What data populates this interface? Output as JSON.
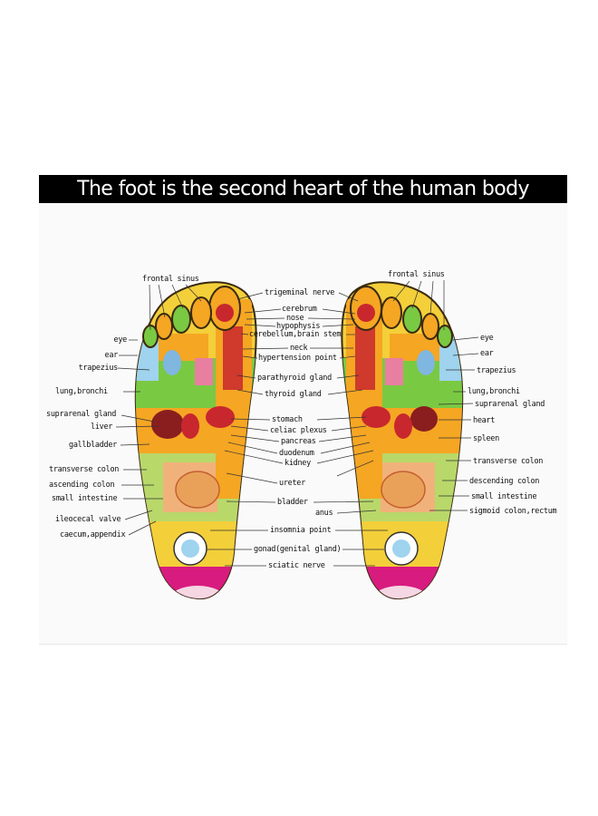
{
  "title": "The foot is the second heart of the human body",
  "left_labels": {
    "frontal_sinus": "frontal sinus",
    "eye": "eye",
    "ear": "ear",
    "trapezius": "trapezius",
    "lung_bronchi": "lung,bronchi",
    "suprarenal_gland": "suprarenal gland",
    "liver": "liver",
    "gallbladder": "gallbladder",
    "transverse_colon": "transverse colon",
    "ascending_colon": "ascending colon",
    "small_intestine": "small intestine",
    "ileocecal_valve": "ileocecal valve",
    "caecum_appendix": "caecum,appendix"
  },
  "center_labels": {
    "trigeminal_nerve": "trigeminal nerve",
    "cerebrum": "cerebrum",
    "nose": "nose",
    "hypophysis": "hypophysis",
    "cerebellum_brain_stem": "cerebellum,brain stem",
    "neck": "neck",
    "hypertension_point": "hypertension point",
    "parathyroid_gland": "parathyroid gland",
    "thyroid_gland": "thyroid gland",
    "stomach": "stomach",
    "celiac_plexus": "celiac plexus",
    "pancreas": "pancreas",
    "duodenum": "duodenum",
    "kidney": "kidney",
    "ureter": "ureter",
    "bladder": "bladder",
    "anus": "anus",
    "insomnia_point": "insomnia point",
    "gonad": "gonad(genital gland)",
    "sciatic_nerve": "sciatic nerve"
  },
  "right_labels": {
    "frontal_sinus": "frontal sinus",
    "eye": "eye",
    "ear": "ear",
    "trapezius": "trapezius",
    "lung_bronchi": "lung,bronchi",
    "suprarenal_gland": "suprarenal gland",
    "heart": "heart",
    "spleen": "spleen",
    "transverse_colon": "transverse colon",
    "descending_colon": "descending colon",
    "small_intestine": "small intestine",
    "sigmoid_colon_rectum": "sigmoid colon,rectum"
  },
  "colors": {
    "heel_yellow": "#f3cf3a",
    "heel_magenta": "#d81b7f",
    "lung_green": "#7ac943",
    "toe_orange": "#f5a623",
    "sinus_blue": "#9fd3ee",
    "organ_red": "#c8272e",
    "banner_black": "#000000"
  }
}
